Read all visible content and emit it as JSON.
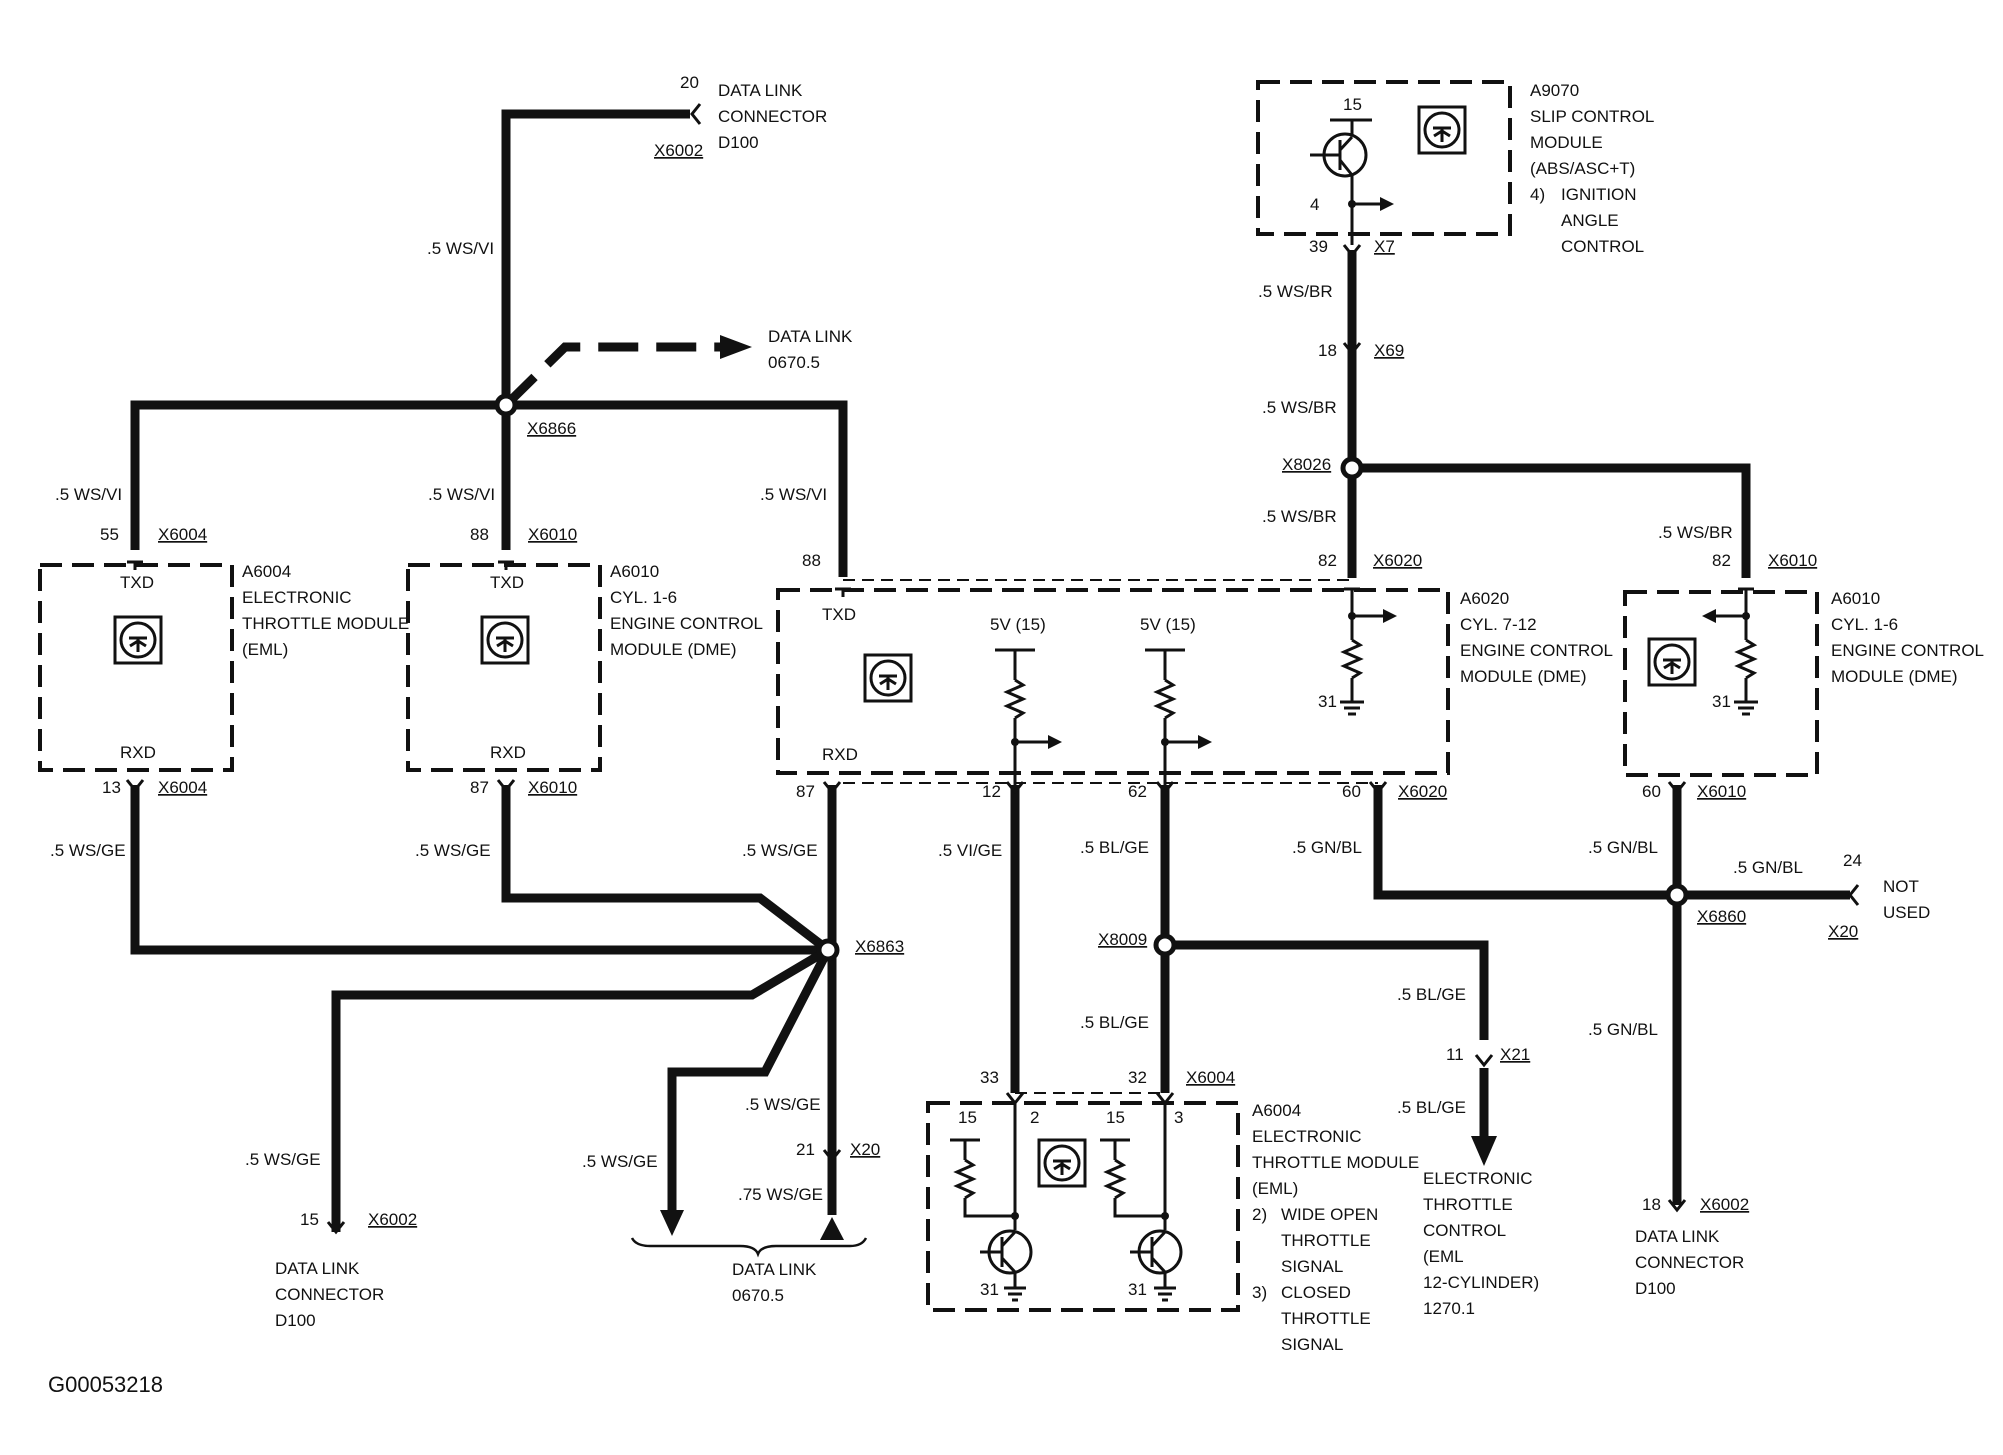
{
  "diagram_id": "G00053218",
  "wires": {
    "top_trunk": ".5 WS/VI",
    "left_branch": ".5 WS/VI",
    "mid_branch": ".5 WS/VI",
    "right_branch": ".5 WS/VI",
    "rx_left": ".5 WS/GE",
    "rx_mid": ".5 WS/GE",
    "rx_right": ".5 WS/GE",
    "rx_d100": ".5 WS/GE",
    "rx_datalink": ".5 WS/GE",
    "rx_x20": ".5 WS/GE",
    "rx_x20_lower": ".75 WS/GE",
    "vi_ge": ".5 VI/GE",
    "bl_ge_1": ".5 BL/GE",
    "bl_ge_2": ".5 BL/GE",
    "bl_ge_3": ".5 BL/GE",
    "bl_ge_4": ".5 BL/GE",
    "gn_bl_1": ".5 GN/BL",
    "gn_bl_2": ".5 GN/BL",
    "gn_bl_3": ".5 GN/BL",
    "gn_bl_4": ".5 GN/BL",
    "ws_br_1": ".5 WS/BR",
    "ws_br_2": ".5 WS/BR",
    "ws_br_3": ".5 WS/BR",
    "ws_br_4": ".5 WS/BR"
  },
  "connectors": {
    "x6002_top": "X6002",
    "x6002_left": "X6002",
    "x6002_right": "X6002",
    "x6866": "X6866",
    "x6863": "X6863",
    "x6860": "X6860",
    "x6004_a": "X6004",
    "x6004_b": "X6004",
    "x6004_c": "X6004",
    "x6010_a": "X6010",
    "x6010_b": "X6010",
    "x6010_c": "X6010",
    "x6010_d": "X6010",
    "x6020_a": "X6020",
    "x6020_b": "X6020",
    "x7": "X7",
    "x69": "X69",
    "x8026": "X8026",
    "x8009": "X8009",
    "x21": "X21",
    "x20_a": "X20",
    "x20_b": "X20"
  },
  "pins": {
    "p20": "20",
    "p55": "55",
    "p88a": "88",
    "p88b": "88",
    "p13": "13",
    "p87a": "87",
    "p87b": "87",
    "p12": "12",
    "p62": "62",
    "p60a": "60",
    "p60b": "60",
    "p82a": "82",
    "p82b": "82",
    "p39": "39",
    "p18a": "18",
    "p18b": "18",
    "p15a": "15",
    "p15b": "15",
    "p4": "4",
    "p21": "21",
    "p24": "24",
    "p11": "11",
    "p33": "33",
    "p32": "32",
    "p2": "2",
    "p3": "3",
    "p15c": "15",
    "p15d": "15",
    "p31a": "31",
    "p31b": "31",
    "p31c": "31",
    "p31d": "31"
  },
  "signals": {
    "txd_a": "TXD",
    "txd_b": "TXD",
    "txd_c": "TXD",
    "rxd_a": "RXD",
    "rxd_b": "RXD",
    "rxd_c": "RXD",
    "v5_a": "5V (15)",
    "v5_b": "5V (15)"
  },
  "labels": {
    "dlc_top": [
      "DATA LINK",
      "CONNECTOR",
      "D100"
    ],
    "datalink_top": [
      "DATA LINK",
      "0670.5"
    ],
    "dlc_left": [
      "DATA LINK",
      "CONNECTOR",
      "D100"
    ],
    "datalink_bottom": [
      "DATA LINK",
      "0670.5"
    ],
    "dlc_right": [
      "DATA LINK",
      "CONNECTOR",
      "D100"
    ],
    "not_used": [
      "NOT",
      "USED"
    ],
    "etc": [
      "ELECTRONIC",
      "THROTTLE",
      "CONTROL",
      "(EML",
      "12-CYLINDER)",
      "1270.1"
    ]
  },
  "modules": {
    "a6004_top": [
      "A6004",
      "ELECTRONIC",
      "THROTTLE MODULE",
      "(EML)"
    ],
    "a6010_left": [
      "A6010",
      "CYL. 1-6",
      "ENGINE CONTROL",
      "MODULE (DME)"
    ],
    "a6020": [
      "A6020",
      "CYL. 7-12",
      "ENGINE CONTROL",
      "MODULE (DME)"
    ],
    "a6010_right": [
      "A6010",
      "CYL. 1-6",
      "ENGINE CONTROL",
      "MODULE (DME)"
    ],
    "a9070": [
      "A9070",
      "SLIP CONTROL",
      "MODULE",
      "(ABS/ASC+T)",
      "4)",
      "IGNITION",
      "ANGLE",
      "CONTROL"
    ],
    "a6004_bottom": [
      "A6004",
      "ELECTRONIC",
      "THROTTLE MODULE",
      "(EML)",
      "2)",
      "WIDE OPEN",
      "THROTTLE",
      "SIGNAL",
      "3)",
      "CLOSED",
      "THROTTLE",
      "SIGNAL"
    ]
  }
}
